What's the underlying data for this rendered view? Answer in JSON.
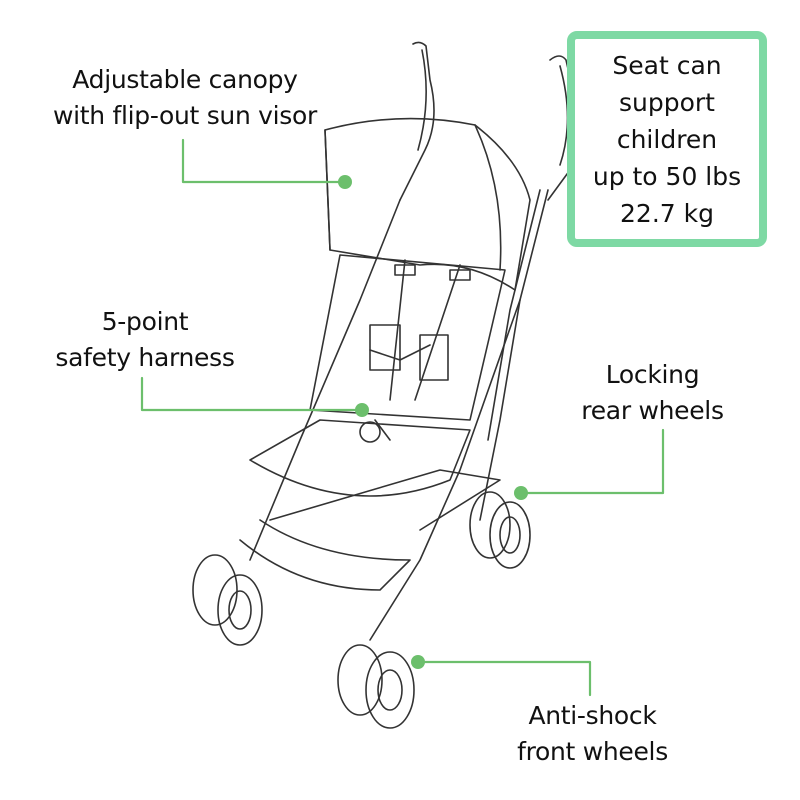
{
  "colors": {
    "callout_line": "#6cbf6c",
    "box_border": "#7ed9a4",
    "drawing_stroke": "#333333"
  },
  "callouts": {
    "canopy": [
      "Adjustable canopy",
      "with flip-out sun visor"
    ],
    "harness": [
      "5-point",
      "safety harness"
    ],
    "rear_wheels": [
      "Locking",
      "rear wheels"
    ],
    "front_wheels": [
      "Anti-shock",
      "front wheels"
    ]
  },
  "capacity_box": [
    "Seat can",
    "support",
    "children",
    "up to 50 lbs",
    "22.7 kg"
  ],
  "illustration": "stroller-line-drawing"
}
